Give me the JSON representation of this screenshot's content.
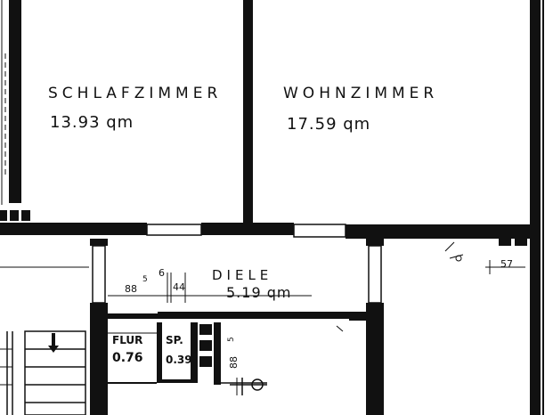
{
  "rooms": {
    "schlafzimmer": {
      "name": "SCHLAFZIMMER",
      "area": "13.93 qm"
    },
    "wohnzimmer": {
      "name": "WOHNZIMMER",
      "area": "17.59 qm"
    },
    "diele": {
      "name": "DIELE",
      "area": "5.19 qm"
    },
    "flur": {
      "name": "FLUR",
      "area": "0.76"
    },
    "sp": {
      "name": "SP.",
      "area": "0.39"
    }
  },
  "dimensions": {
    "d1": "88",
    "d1_sup": "5",
    "d2": "6",
    "d3": "44",
    "d4": "57",
    "d5": "88",
    "d5_sup": "5"
  },
  "colors": {
    "ink": "#111111",
    "paper": "#ffffff"
  }
}
